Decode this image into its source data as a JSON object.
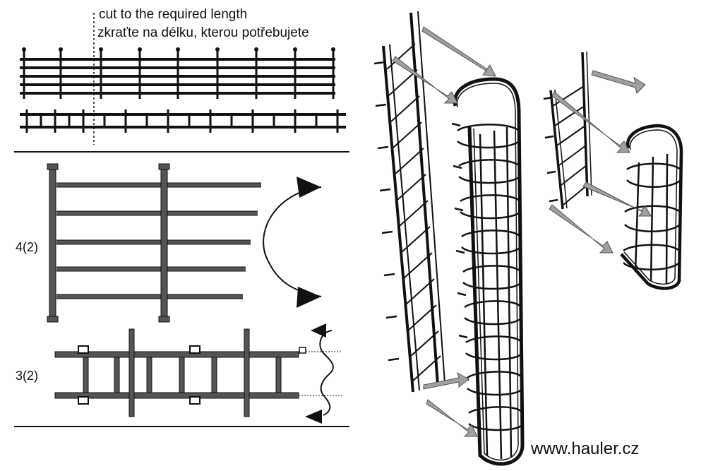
{
  "labels": {
    "cut_en": "cut to the required length",
    "cut_cz": "zkraťte na délku, kterou potřebujete",
    "part_four": "4(2)",
    "part_three": "3(2)",
    "website": "www.hauler.cz"
  },
  "colors": {
    "line": "#111111",
    "rail": "#555555",
    "arrow": "#9a9a9a",
    "background": "#ffffff"
  }
}
